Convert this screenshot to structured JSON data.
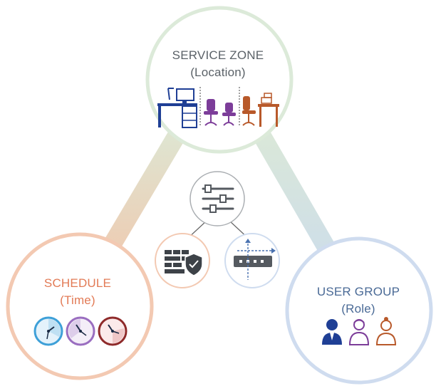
{
  "nodes": {
    "service_zone": {
      "title": "SERVICE ZONE",
      "subtitle": "(Location)",
      "color": "#dcead9"
    },
    "schedule": {
      "title": "SCHEDULE",
      "subtitle": "(Time)",
      "color": "#f3c9b2"
    },
    "user_group": {
      "title": "USER GROUP",
      "subtitle": "(Role)",
      "color": "#cfdcef"
    }
  },
  "icons": {
    "center": [
      "sliders-icon",
      "firewall-shield-icon",
      "network-switch-icon"
    ],
    "service_zone": [
      "desk-computer-icon",
      "chair-icon",
      "chair-icon",
      "desk-chair-icon"
    ],
    "schedule": [
      "clock-icon",
      "clock-icon",
      "clock-icon"
    ],
    "user_group": [
      "user-suit-icon",
      "user-icon",
      "user-female-icon"
    ]
  },
  "colors": {
    "green": "#dcead9",
    "orange": "#f3c9b2",
    "blue": "#cfdcef",
    "navy": "#1f3f95",
    "purple": "#7c3d99",
    "brown": "#b8592a",
    "gray_icon": "#555a60"
  }
}
